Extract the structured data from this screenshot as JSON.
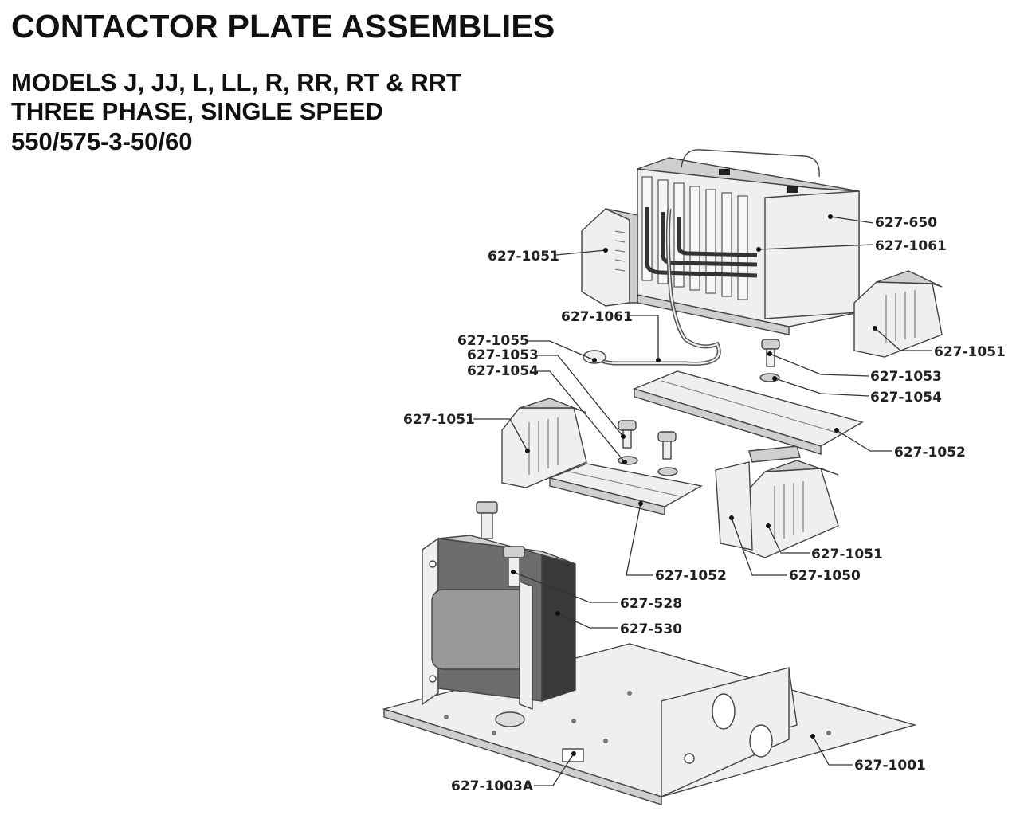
{
  "header": {
    "title": "CONTACTOR PLATE ASSEMBLIES",
    "models": "MODELS J, JJ, L, LL, R, RR, RT & RRT",
    "phase": "THREE PHASE, SINGLE SPEED",
    "voltage": "550/575-3-50/60"
  },
  "callouts": {
    "c650": "627-650",
    "c1061_top": "627-1061",
    "c1051_left_top": "627-1051",
    "c1061_cable": "627-1061",
    "c1051_right_top": "627-1051",
    "c1055": "627-1055",
    "c1053_left": "627-1053",
    "c1054_left": "627-1054",
    "c1053_right": "627-1053",
    "c1054_right": "627-1054",
    "c1051_mid_left": "627-1051",
    "c1052_right": "627-1052",
    "c1051_mid_right": "627-1051",
    "c1050": "627-1050",
    "c1052_left": "627-1052",
    "c528": "627-528",
    "c530": "627-530",
    "c1001": "627-1001",
    "c1003A": "627-1003A"
  }
}
